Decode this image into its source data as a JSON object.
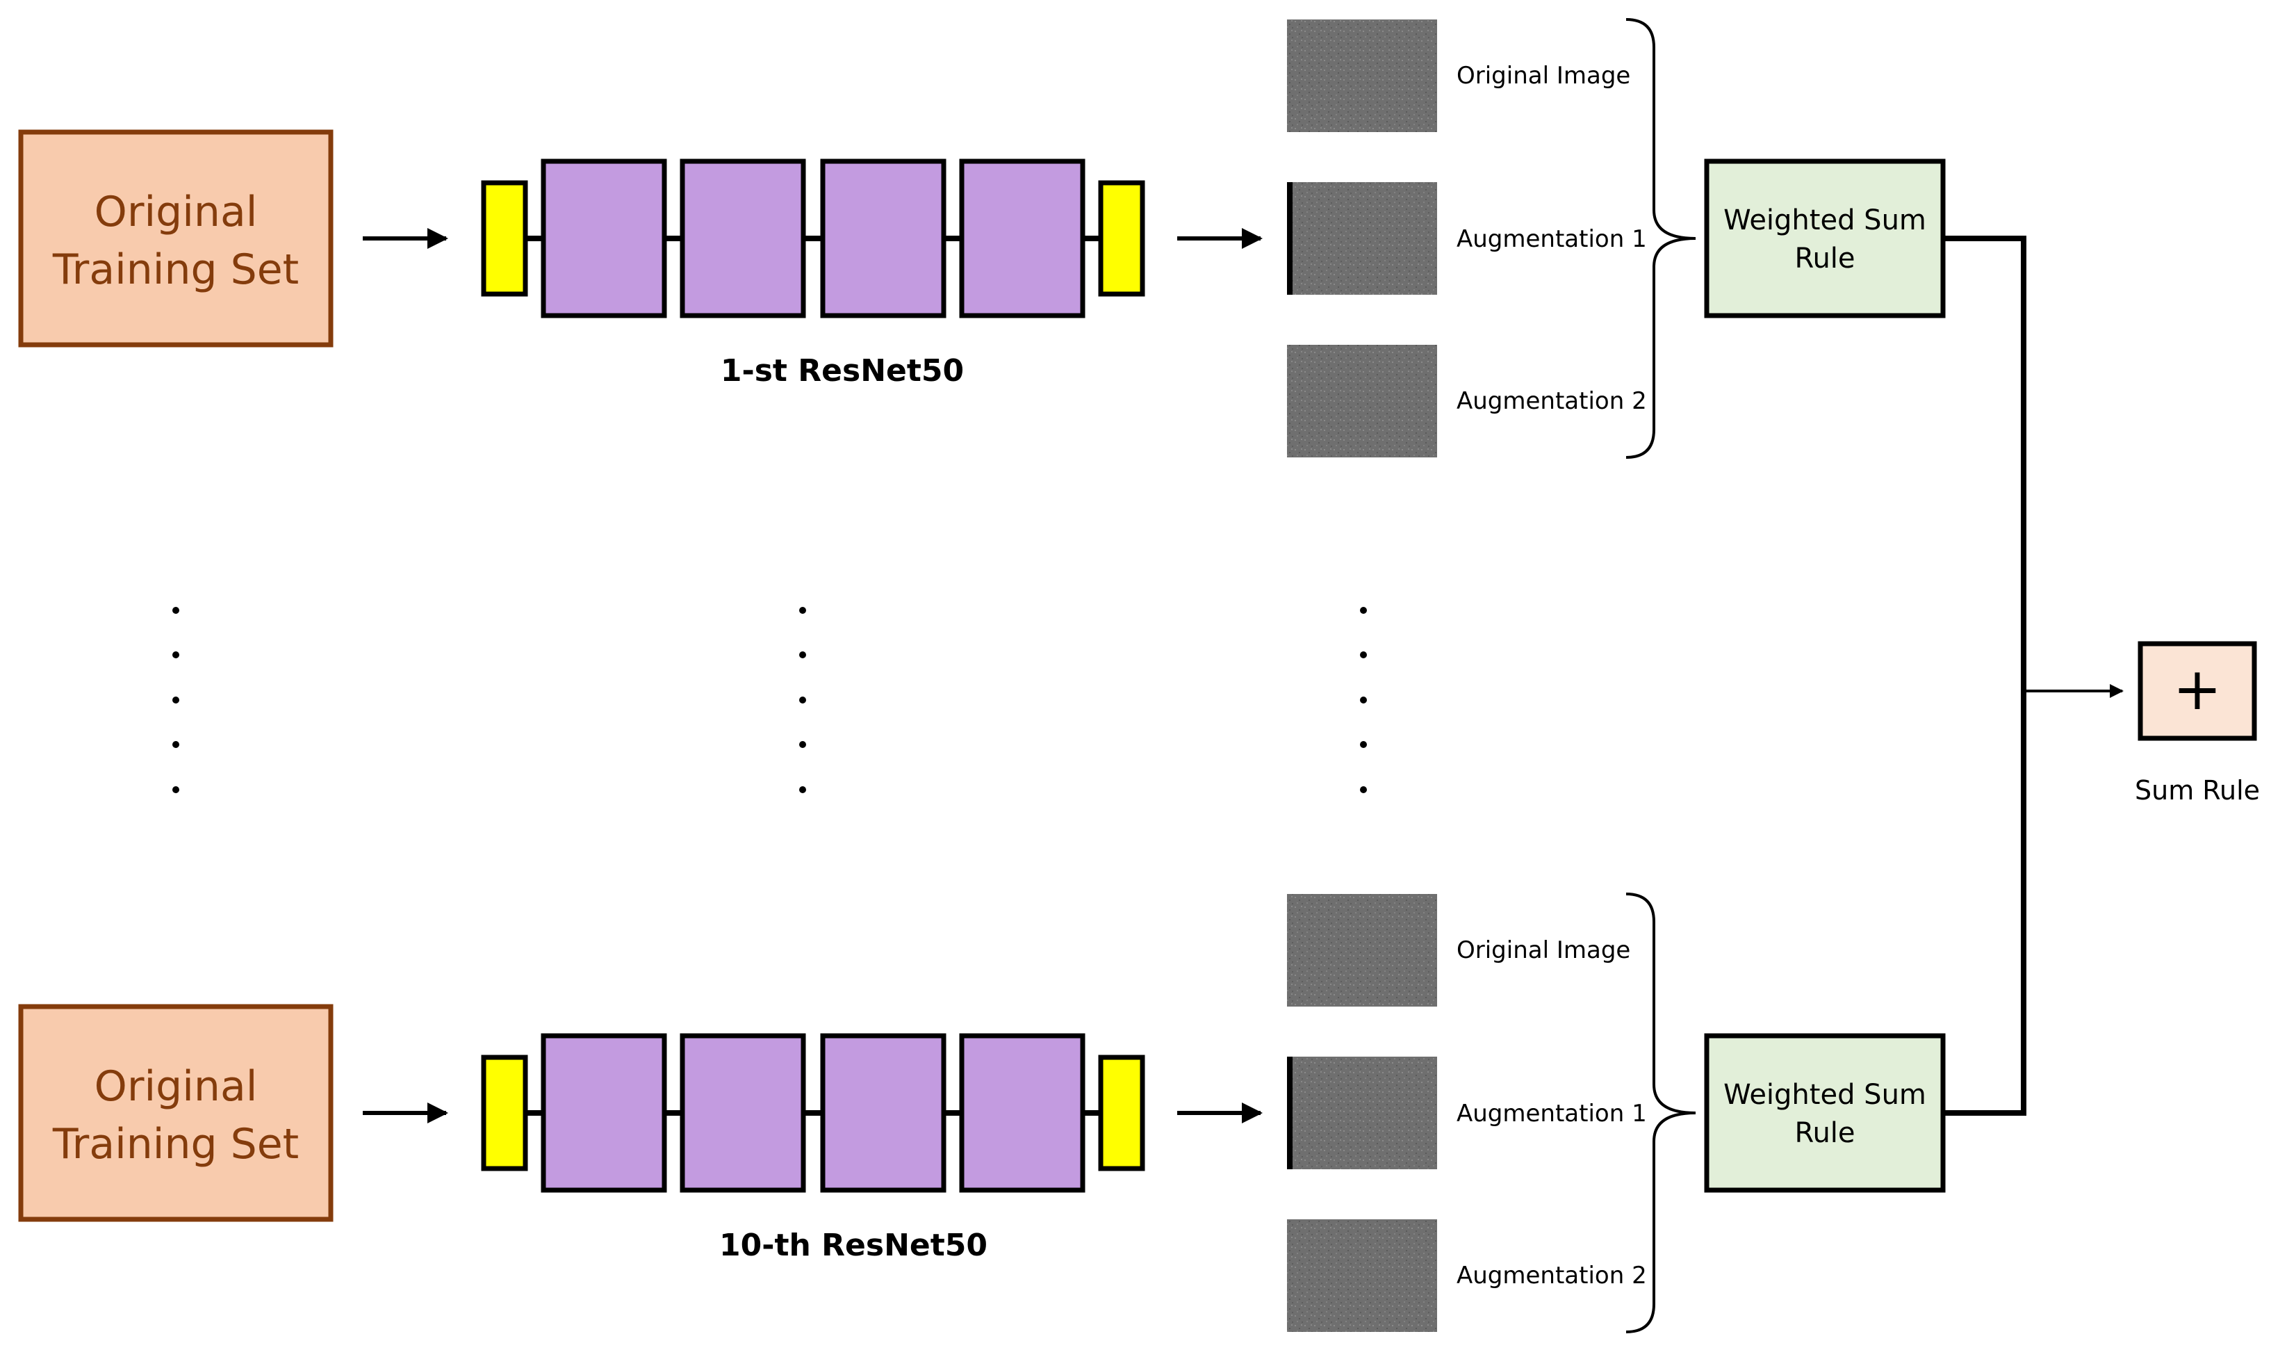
{
  "colors": {
    "training_fill": "#f8cbad",
    "training_border": "#843c0c",
    "training_text": "#843c0c",
    "resnet_block_fill": "#c39be0",
    "resnet_end_fill": "#ffff00",
    "stroke": "#000000",
    "weighted_fill": "#e2efd9",
    "sum_fill": "#fbe4d5",
    "spectrogram_bg": "#6e6e6e"
  },
  "pipelines": [
    {
      "training_set": {
        "line1": "Original",
        "line2": "Training Set"
      },
      "resnet_label": "1-st ResNet50",
      "images": [
        {
          "label": "Original Image"
        },
        {
          "label": "Augmentation 1"
        },
        {
          "label": "Augmentation 2"
        }
      ],
      "weighted_rule": {
        "line1": "Weighted Sum",
        "line2": "Rule"
      }
    },
    {
      "training_set": {
        "line1": "Original",
        "line2": "Training Set"
      },
      "resnet_label": "10-th ResNet50",
      "images": [
        {
          "label": "Original Image"
        },
        {
          "label": "Augmentation 1"
        },
        {
          "label": "Augmentation 2"
        }
      ],
      "weighted_rule": {
        "line1": "Weighted Sum",
        "line2": "Rule"
      }
    }
  ],
  "sum_rule": {
    "symbol": "+",
    "label": "Sum Rule"
  },
  "icons": {
    "arrow": "arrow-right-icon",
    "ellipsis": "vertical-ellipsis-icon",
    "brace": "curly-brace-icon"
  }
}
